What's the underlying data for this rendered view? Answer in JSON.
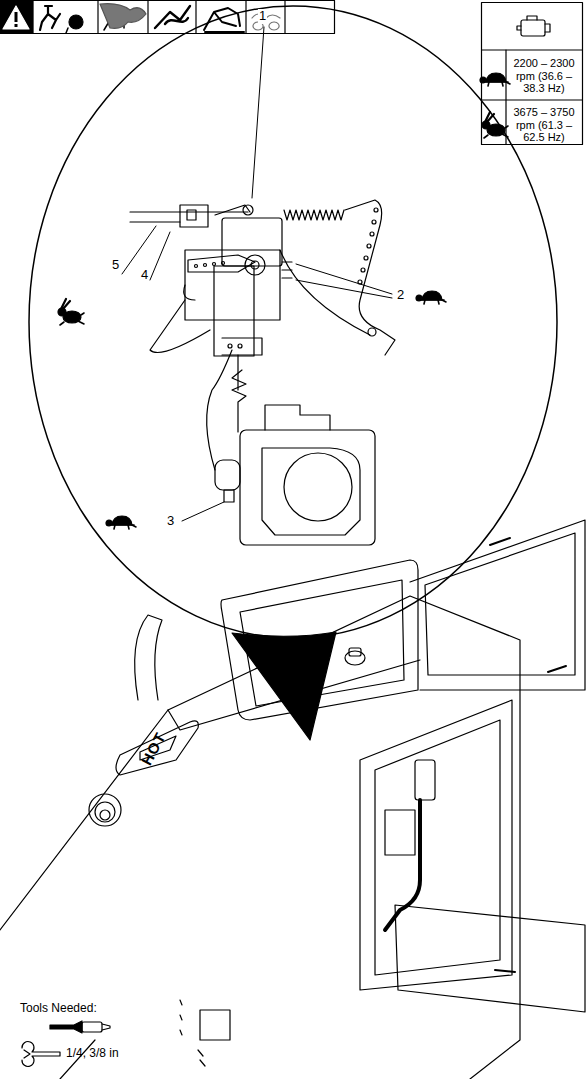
{
  "diagram": {
    "labels": [
      "1",
      "2",
      "3",
      "4",
      "5",
      "2200 – 2300 rpm (36.6 – 38.3 Hz)",
      "3675 – 3750 rpm (61.3 – 62.5 Hz)",
      "HOT",
      "Tools Needed:",
      "1/4, 3/8 in"
    ]
  }
}
